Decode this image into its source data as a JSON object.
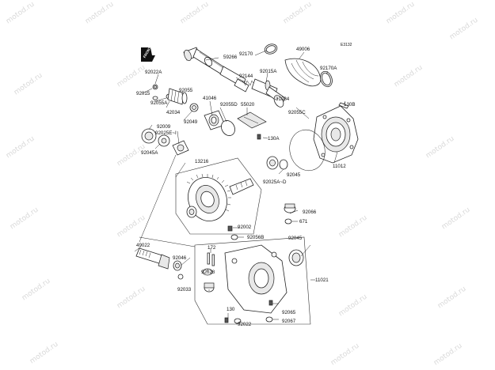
{
  "diagram": {
    "code": "E3132",
    "watermark": "motod.ru",
    "front_tag": "FRONT",
    "labels": {
      "p92022A": "92022A",
      "p92015": "92015",
      "p92055A": "92055A",
      "p42034": "42034",
      "p92055": "92055",
      "p92049": "92049",
      "p41046": "41046",
      "p92055D": "92055D",
      "p92009": "92009",
      "p92025E": "92025E~I",
      "p92045A": "92045A",
      "p59266": "59266",
      "p92170": "92170",
      "p92144": "92144",
      "p92015A": "92015A",
      "p49006": "49006",
      "p92170A": "92170A",
      "p55020": "55020",
      "p31084": "31084",
      "p92055C": "92055C",
      "p130B": "130B",
      "p130A": "130A",
      "p11012": "11012",
      "p13216": "13216",
      "p92045": "92045",
      "p92025AD": "92025A~D",
      "p92066": "92066",
      "p671": "671",
      "p92002": "92002",
      "p92056B": "92056B",
      "p49022": "49022",
      "p92046": "92046",
      "p172": "172",
      "p92028": "92028",
      "p92045b": "92045",
      "p11021": "11021",
      "p92033": "92033",
      "p130": "130",
      "p92022": "92022",
      "p92065": "92065",
      "p92067": "92067"
    }
  }
}
